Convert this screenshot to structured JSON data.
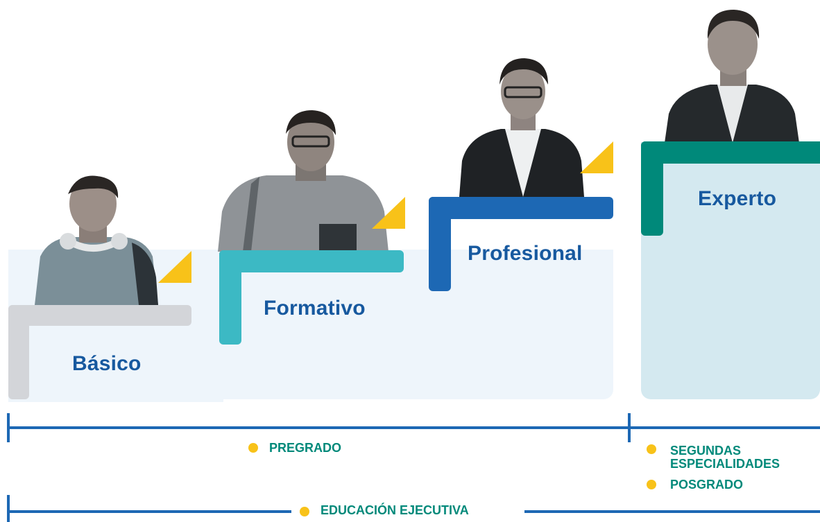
{
  "levels": {
    "basico": "Básico",
    "formativo": "Formativo",
    "profesional": "Profesional",
    "experto": "Experto"
  },
  "timeline": {
    "pregrado": "PREGRADO",
    "segundas_especialidades": "SEGUNDAS\nESPECIALIDADES",
    "posgrado": "POSGRADO",
    "educacion_ejecutiva": "EDUCACIÓN EJECUTIVA"
  },
  "colors": {
    "grey_step": "#d3d5d9",
    "teal_step": "#3cb9c4",
    "blue_step": "#1d68b4",
    "green_step": "#00897a",
    "accent_yellow": "#f8c219",
    "label_blue": "#17599f",
    "label_green": "#00897a"
  },
  "images": [
    "student-with-headphones-photo",
    "student-with-book-photo",
    "young-professional-in-suit-photo",
    "expert-in-suit-photo"
  ]
}
